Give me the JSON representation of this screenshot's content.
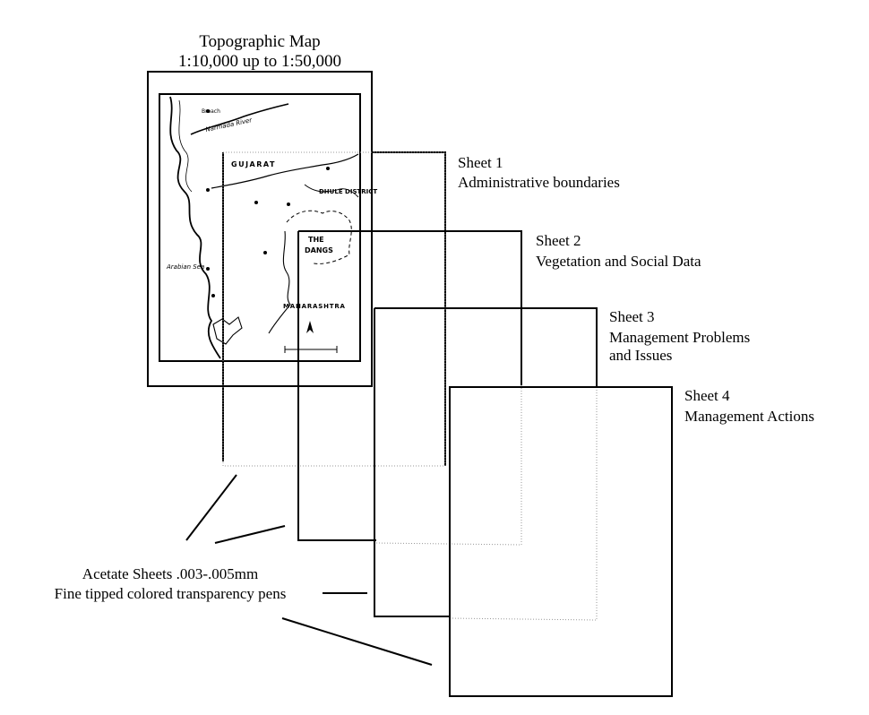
{
  "base_map": {
    "title": "Topographic Map",
    "scale_range": "1:10,000 up to 1:50,000",
    "labels": {
      "gujarat": "GUJARAT",
      "narmada_river": "Narmada River",
      "broach": "Broach",
      "dhule_district": "DHULE DISTRICT",
      "arabian_sea": "Arabian Sea",
      "the_dangs_1": "THE",
      "the_dangs_2": "DANGS",
      "maharashtra": "MAHARASHTRA"
    }
  },
  "sheets": [
    {
      "title": "Sheet 1",
      "desc_lines": [
        "Administrative boundaries"
      ]
    },
    {
      "title": "Sheet 2",
      "desc_lines": [
        "Vegetation and Social Data"
      ]
    },
    {
      "title": "Sheet 3",
      "desc_lines": [
        "Management Problems",
        "and Issues"
      ]
    },
    {
      "title": "Sheet 4",
      "desc_lines": [
        "Management Actions"
      ]
    }
  ],
  "materials": {
    "line1": "Acetate Sheets .003-.005mm",
    "line2": "Fine tipped colored transparency pens"
  }
}
